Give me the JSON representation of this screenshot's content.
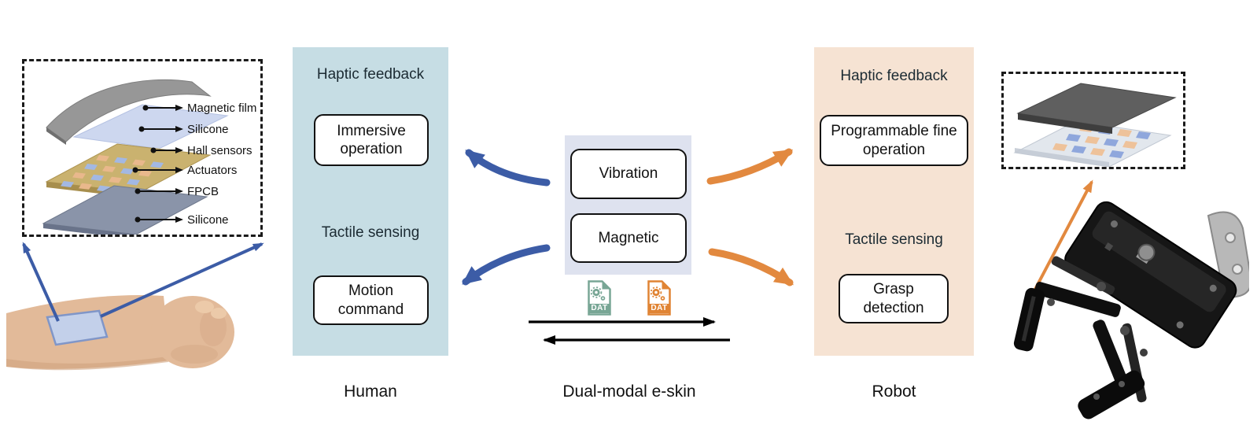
{
  "palette": {
    "human_bg": "#c6dde4",
    "robot_bg": "#f6e3d3",
    "eskin_bg": "#dee2ef",
    "blue_arrow": "#3c5ca6",
    "orange_arrow": "#e2893f",
    "dat_green": "#78a695",
    "dat_orange": "#e08434",
    "text": "#1a1a1a"
  },
  "exploded_view": {
    "labels": [
      "Magnetic film",
      "Silicone",
      "Hall sensors",
      "Actuators",
      "FPCB",
      "Silicone"
    ]
  },
  "human": {
    "haptic_title": "Haptic feedback",
    "haptic_button": "Immersive operation",
    "tactile_title": "Tactile sensing",
    "tactile_button": "Motion command",
    "caption": "Human"
  },
  "eskin": {
    "vibration_button": "Vibration",
    "magnetic_button": "Magnetic",
    "dat_left": "DAT",
    "dat_right": "DAT",
    "caption": "Dual-modal e-skin"
  },
  "robot": {
    "haptic_title": "Haptic feedback",
    "haptic_button": "Programmable fine operation",
    "tactile_title": "Tactile sensing",
    "tactile_button": "Grasp detection",
    "caption": "Robot"
  }
}
